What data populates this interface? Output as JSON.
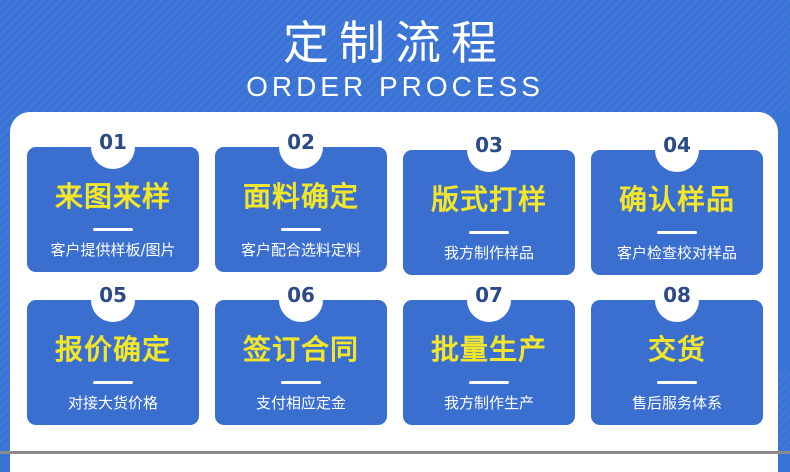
{
  "header": {
    "title": "定制流程",
    "subtitle": "ORDER PROCESS"
  },
  "colors": {
    "background": "#3a73d6",
    "card": "#3a6fd0",
    "card_title": "#f3e62a",
    "badge_text": "#2c4a86",
    "panel": "#ffffff"
  },
  "steps": [
    {
      "number": "01",
      "title": "来图来样",
      "description": "客户提供样板/图片"
    },
    {
      "number": "02",
      "title": "面料确定",
      "description": "客户配合选料定料"
    },
    {
      "number": "03",
      "title": "版式打样",
      "description": "我方制作样品"
    },
    {
      "number": "04",
      "title": "确认样品",
      "description": "客户检查校对样品"
    },
    {
      "number": "05",
      "title": "报价确定",
      "description": "对接大货价格"
    },
    {
      "number": "06",
      "title": "签订合同",
      "description": "支付相应定金"
    },
    {
      "number": "07",
      "title": "批量生产",
      "description": "我方制作生产"
    },
    {
      "number": "08",
      "title": "交货",
      "description": "售后服务体系"
    }
  ]
}
